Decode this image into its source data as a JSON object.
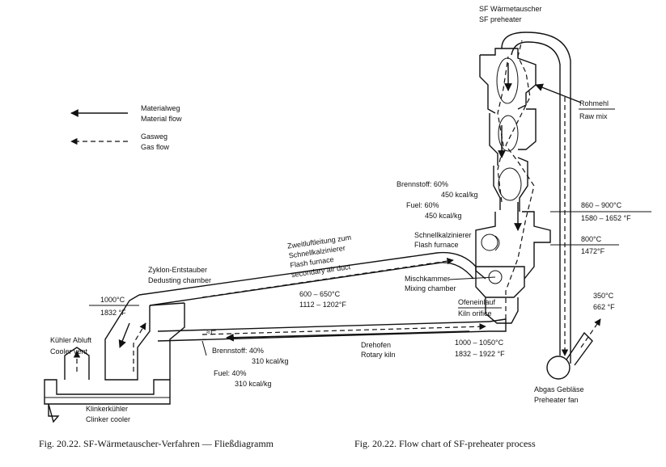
{
  "legend": {
    "material": [
      "Materialweg",
      "Material flow"
    ],
    "gas": [
      "Gasweg",
      "Gas flow"
    ]
  },
  "labels": {
    "preheater": [
      "SF Wärmetauscher",
      "SF preheater"
    ],
    "raw_mix": [
      "Rohmehl",
      "Raw mix"
    ],
    "fuel_top_de": [
      "Brennstoff: 60%",
      "450 kcal/kg"
    ],
    "fuel_top_en": [
      "Fuel: 60%",
      "450 kcal/kg"
    ],
    "temp_860": [
      "860 – 900°C",
      "1580 – 1652 °F"
    ],
    "flash_furnace": [
      "Schnellkalzinierer",
      "Flash furnace"
    ],
    "temp_800": [
      "800°C",
      "1472°F"
    ],
    "secondary_air": [
      "Zweitluftleitung zum",
      "Schnellkalzinierer",
      "Flash furnace",
      "secondary air duct"
    ],
    "dedusting": [
      "Zyklon-Entstauber",
      "Dedusting chamber"
    ],
    "temp_600": [
      "600 – 650°C",
      "1112 – 1202°F"
    ],
    "mixing": [
      "Mischkammer",
      "Mixing chamber"
    ],
    "kiln_orifice": [
      "Ofeneinlauf",
      "Kiln orifice"
    ],
    "temp_1000_left": [
      "1000°C",
      "1832 °F"
    ],
    "temp_350": [
      "350°C",
      "662 °F"
    ],
    "cooler_vent": [
      "Kühler Abluft",
      "Cooler vent"
    ],
    "fuel_bottom_de": [
      "Brennstoff: 40%",
      "310 kcal/kg"
    ],
    "fuel_bottom_en": [
      "Fuel: 40%",
      "310 kcal/kg"
    ],
    "rotary_kiln": [
      "Drehofen",
      "Rotary kiln"
    ],
    "temp_1000_kiln": [
      "1000 – 1050°C",
      "1832 – 1922 °F"
    ],
    "clinker_cooler": [
      "Klinkerkühler",
      "Clinker cooler"
    ],
    "preheater_fan": [
      "Abgas Gebläse",
      "Preheater fan"
    ]
  },
  "captions": {
    "german": "Fig. 20.22.   SF-Wärmetauscher-Verfahren — Fließdiagramm",
    "english": "Fig. 20.22.   Flow chart of SF-preheater process"
  }
}
